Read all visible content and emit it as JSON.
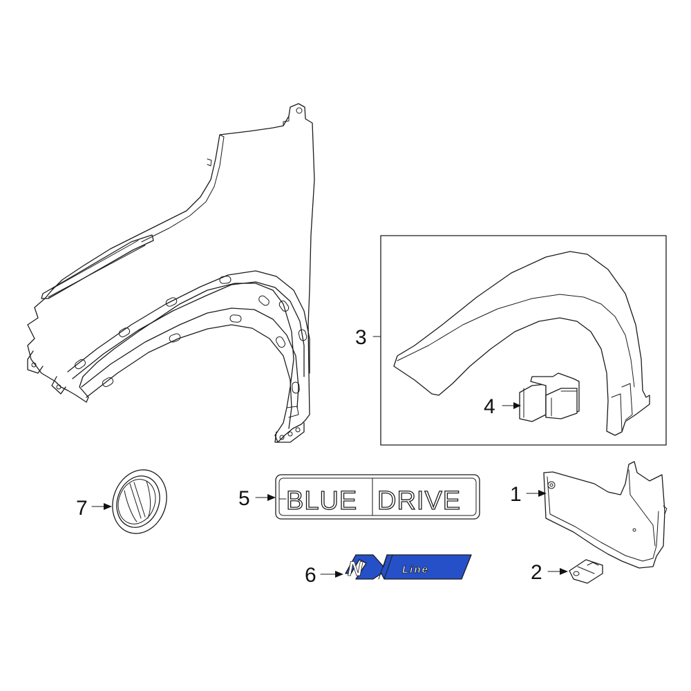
{
  "callouts": [
    {
      "id": "1",
      "label": "1"
    },
    {
      "id": "2",
      "label": "2"
    },
    {
      "id": "3",
      "label": "3"
    },
    {
      "id": "4",
      "label": "4"
    },
    {
      "id": "5",
      "label": "5"
    },
    {
      "id": "6",
      "label": "6"
    },
    {
      "id": "7",
      "label": "7"
    }
  ],
  "emblems": {
    "blue_drive_left": "BLUE",
    "blue_drive_right": "DRIVE",
    "n_line_letter": "N",
    "n_line_suffix": "Line"
  },
  "colors": {
    "line": "#1a1a1a",
    "n_line_badge": "#2550c8",
    "background": "#ffffff"
  }
}
